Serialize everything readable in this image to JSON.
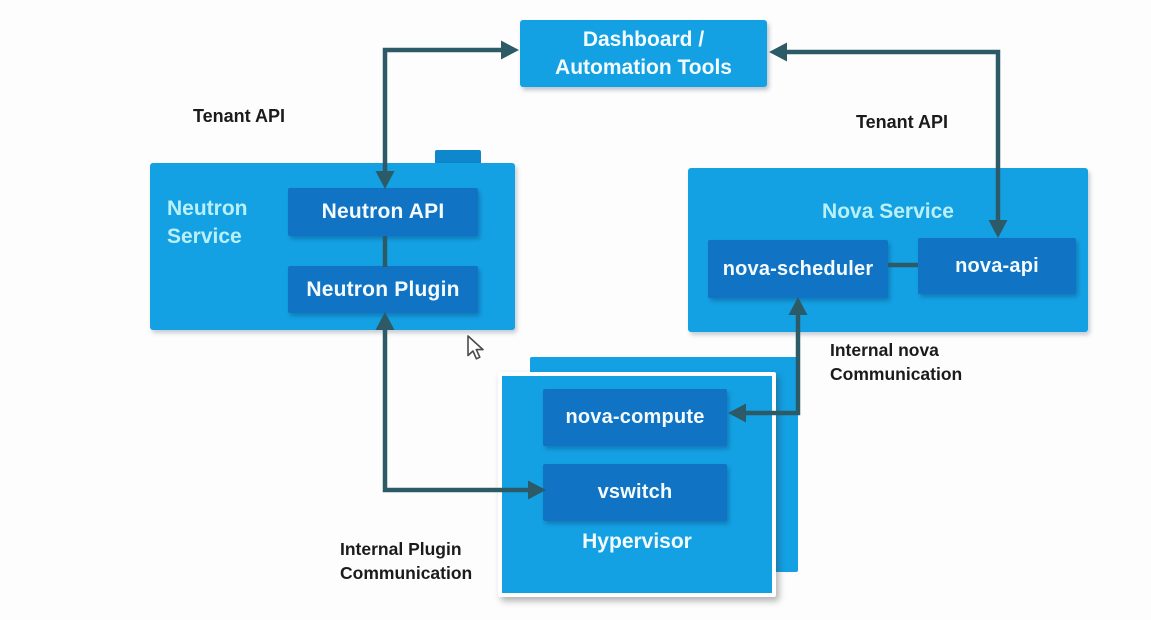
{
  "colors": {
    "canvas": "#fdfdfd",
    "box_blue": "#14A1E4",
    "box_dark_blue": "#1173C3",
    "back_accent": "#0E87CC",
    "connector": "#2D5A67",
    "title_cyan": "#B9F0F8",
    "label_dark": "#1B1B1B"
  },
  "dashboard": {
    "line1": "Dashboard /",
    "line2": "Automation Tools"
  },
  "neutron": {
    "tenant_api_label": "Tenant API",
    "service_title": "Neutron Service",
    "api_label": "Neutron API",
    "plugin_label": "Neutron Plugin"
  },
  "nova": {
    "tenant_api_label": "Tenant API",
    "service_title": "Nova Service",
    "scheduler_label": "nova-scheduler",
    "api_label": "nova-api"
  },
  "hypervisor": {
    "title": "Hypervisor",
    "compute_label": "nova-compute",
    "vswitch_label": "vswitch"
  },
  "annotations": {
    "internal_nova": [
      "Internal nova",
      "Communication"
    ],
    "internal_plugin": [
      "Internal Plugin",
      "Communication"
    ]
  },
  "icons": {
    "cursor": "mouse-pointer"
  }
}
